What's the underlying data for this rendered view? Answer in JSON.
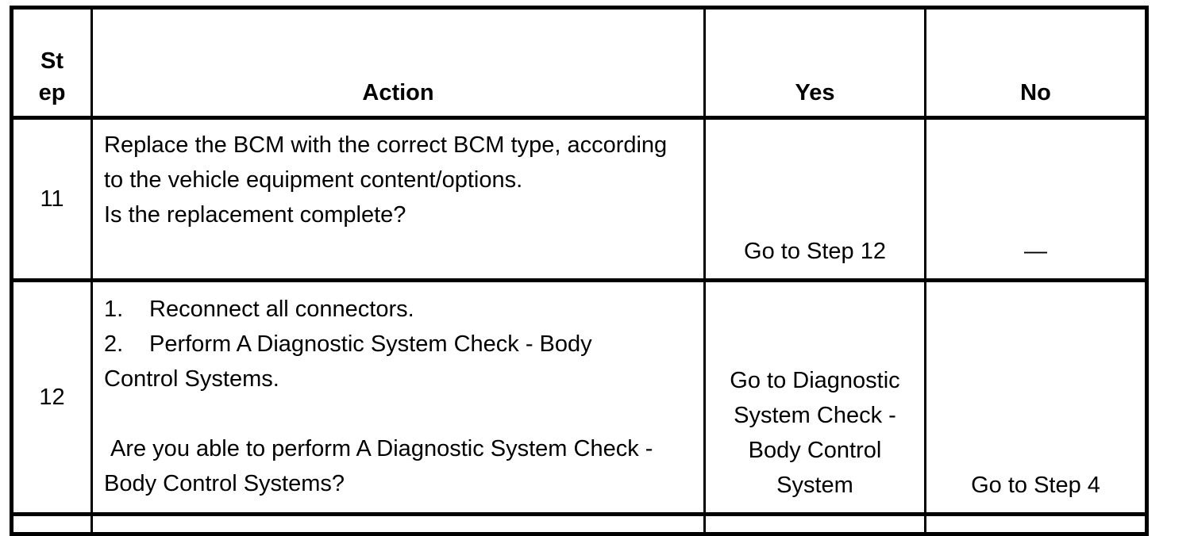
{
  "table": {
    "colors": {
      "border": "#000000",
      "text": "#000000",
      "background": "#ffffff"
    },
    "headers": {
      "step_lines": [
        "St",
        "ep"
      ],
      "action": "Action",
      "yes": "Yes",
      "no": "No"
    },
    "rows": [
      {
        "step": "11",
        "action_lines": [
          {
            "text": "Replace the BCM with the correct BCM type, according"
          },
          {
            "text": "to the vehicle equipment content/options."
          },
          {
            "text": "Is the replacement complete?"
          }
        ],
        "yes_lines": [
          "Go to Step 12"
        ],
        "no_lines": [
          "—"
        ]
      },
      {
        "step": "12",
        "action_lines": [
          {
            "marker": "1.",
            "text": "Reconnect all connectors."
          },
          {
            "marker": "2.",
            "text": "Perform A Diagnostic System Check - Body"
          },
          {
            "text": "Control Systems."
          },
          {
            "text": ""
          },
          {
            "text": "Are you able to perform A Diagnostic System Check -"
          },
          {
            "text": "Body Control Systems?"
          }
        ],
        "yes_lines": [
          "Go to Diagnostic",
          "System Check -",
          "Body Control",
          "System"
        ],
        "no_lines": [
          "Go to Step 4"
        ]
      }
    ]
  }
}
